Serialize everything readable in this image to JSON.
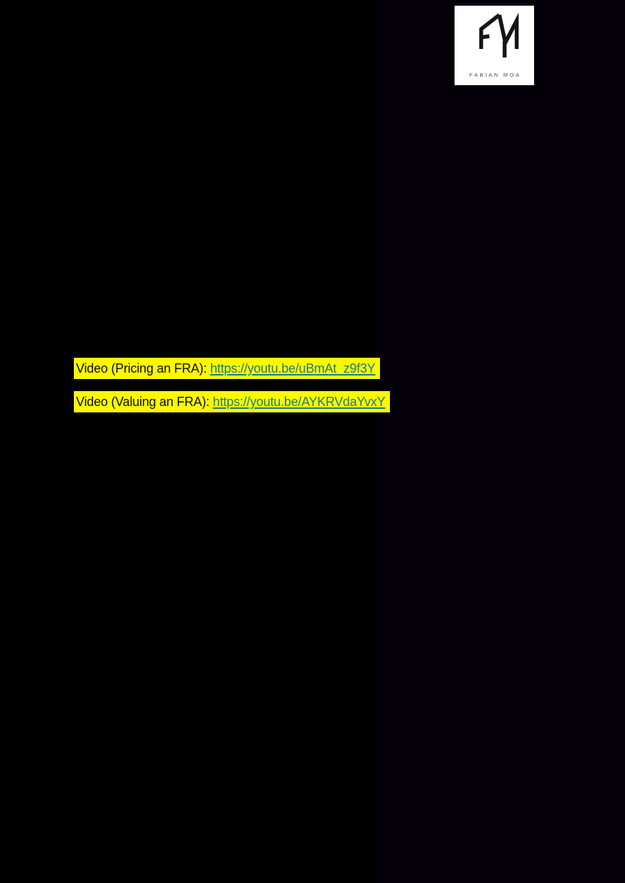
{
  "page": {
    "background_color": "#000000"
  },
  "logo": {
    "wordmark": "FABIAN MOA",
    "monogram": "FM",
    "box_color": "#FFFFFF",
    "ink_color": "#161616",
    "wordmark_color": "#4E4E4E"
  },
  "content": {
    "highlight_color": "#FDF802",
    "label_color": "#0D0D0D",
    "link_color": "#1A7E87",
    "lines": [
      {
        "label": "Video (Pricing an FRA): ",
        "url": "https://youtu.be/uBmAt_z9f3Y"
      },
      {
        "label": "Video (Valuing an FRA): ",
        "url": "https://youtu.be/AYKRVdaYvxY"
      }
    ]
  }
}
